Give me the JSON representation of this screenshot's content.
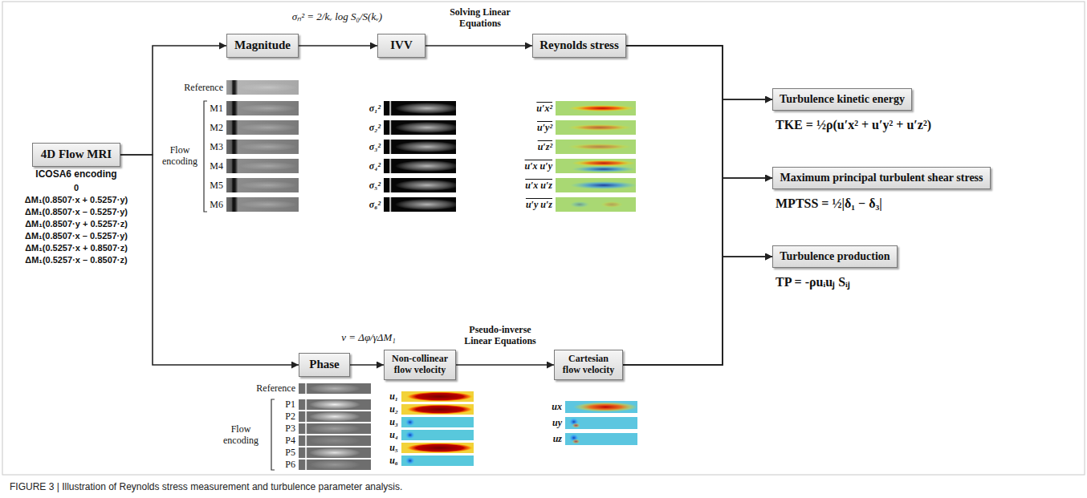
{
  "diagram": {
    "caption": "FIGURE 3 | Illustration of Reynolds stress measurement and turbulence parameter analysis.",
    "nodes": [
      {
        "text": [
          "4D Flow MRI"
        ]
      },
      {
        "text": [
          "Magnitude"
        ]
      },
      {
        "text": [
          "IVV"
        ]
      },
      {
        "text": [
          "Reynolds stress"
        ]
      },
      {
        "text": [
          "Phase"
        ]
      },
      {
        "text": [
          "Non-collinear flow velocity"
        ]
      },
      {
        "text": [
          "Cartesian flow velocity"
        ]
      },
      {
        "text": [
          "Turbulence kinetic energy"
        ]
      },
      {
        "text": [
          "Maximum principal turbulent shear stress"
        ]
      },
      {
        "text": [
          "Turbulence production"
        ]
      }
    ],
    "edges": [
      {
        "from": 0,
        "to": 1,
        "arrow": "to"
      },
      {
        "from": 0,
        "to": 4,
        "arrow": "to"
      },
      {
        "from": 1,
        "to": 2,
        "arrow": "to"
      },
      {
        "from": 2,
        "to": 3,
        "arrow": "to"
      },
      {
        "from": 4,
        "to": 5,
        "arrow": "to"
      },
      {
        "from": 5,
        "to": 6,
        "arrow": "to"
      },
      {
        "from": 3,
        "to": 7,
        "arrow": "to"
      },
      {
        "from": 3,
        "to": 8,
        "arrow": "to"
      },
      {
        "from": 3,
        "to": 9,
        "arrow": "to"
      },
      {
        "from": 6,
        "to": 7,
        "arrow": "to"
      },
      {
        "from": 6,
        "to": 8,
        "arrow": "to"
      },
      {
        "from": 6,
        "to": 9,
        "arrow": "to"
      }
    ],
    "labels": [
      "ICOSA6 encoding",
      "0",
      "ΔM₁(0.8507·x + 0.5257·y)",
      "ΔM₁(0.8507·x – 0.5257·y)",
      "ΔM₁(0.8507·y + 0.5257·z)",
      "ΔM₁(0.8507·x – 0.5257·y)",
      "ΔM₁(0.5257·x + 0.8507·z)",
      "ΔM₁(0.5257·x – 0.8507·z)",
      "Reference",
      "M1",
      "M2",
      "M3",
      "M4",
      "M5",
      "M6",
      "Flow encoding",
      "σₙ² = 2/kᵥ log S₀/S(kᵥ)",
      "Solving Linear Equations",
      "σ₁²",
      "σ₂²",
      "σ₃²",
      "σ₄²",
      "σ₅²",
      "σ₆²",
      "u′x²",
      "u′y²",
      "u′z²",
      "u′x u′y",
      "u′x u′z",
      "u′y u′z",
      "Reference",
      "P1",
      "P2",
      "P3",
      "P4",
      "P5",
      "P6",
      "Flow encoding",
      "v = Δφ/γΔM₁",
      "Pseudo-inverse Linear Equations",
      "u₁",
      "u₂",
      "u₃",
      "u₄",
      "u₅",
      "u₆",
      "ux",
      "uy",
      "uz",
      "TKE = ½ρ(u′x² + u′y² + u′z²)",
      "MPTSS = ½|δ₁ − δ₃|",
      "TP = -ρuᵢuⱼ Sᵢⱼ"
    ]
  }
}
